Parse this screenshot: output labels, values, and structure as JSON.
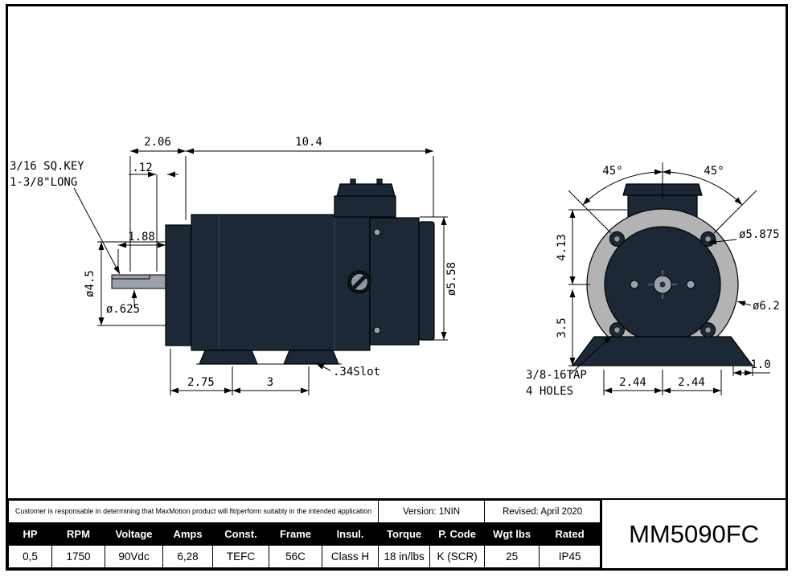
{
  "sheet": {
    "model": "MM5090FC",
    "version": "Version: 1NIN",
    "revised": "Revised: April 2020",
    "disclaimer": "Customer is responsable in determining that MaxMotion product will fit/perform suitably in the intended application"
  },
  "side_view": {
    "key_note_1": "3/16 SQ.KEY",
    "key_note_2": "1-3/8\"LONG",
    "dim_shaft_section": "2.06",
    "dim_overall_length": "10.4",
    "dim_offset": ".12",
    "dim_shaft_length": "1.88",
    "dim_flange_dia": "ø4.5",
    "dim_shaft_dia": "ø.625",
    "dim_body_dia": "ø5.58",
    "dim_foot_front": "2.75",
    "dim_foot_spacing": "3",
    "slot_note": ".34Slot"
  },
  "front_view": {
    "dim_angle_left": "45°",
    "dim_angle_right": "45°",
    "dim_upper_height": "4.13",
    "dim_shaft_height": "3.5",
    "dim_bolt_circle": "ø5.875",
    "dim_outer_dia": "ø6.2",
    "dim_foot_edge": "1.0",
    "dim_foot_left": "2.44",
    "dim_foot_right": "2.44",
    "tap_note_1": "3/8-16TAP",
    "tap_note_2": "4 HOLES"
  },
  "spec_table": {
    "headers": [
      "HP",
      "RPM",
      "Voltage",
      "Amps",
      "Const.",
      "Frame",
      "Insul.",
      "Torque",
      "P. Code",
      "Wgt lbs",
      "Rated"
    ],
    "values": [
      "0,5",
      "1750",
      "90Vdc",
      "6,28",
      "TEFC",
      "56C",
      "Class H",
      "18 in/lbs",
      "K (SCR)",
      "25",
      "IP45"
    ]
  }
}
